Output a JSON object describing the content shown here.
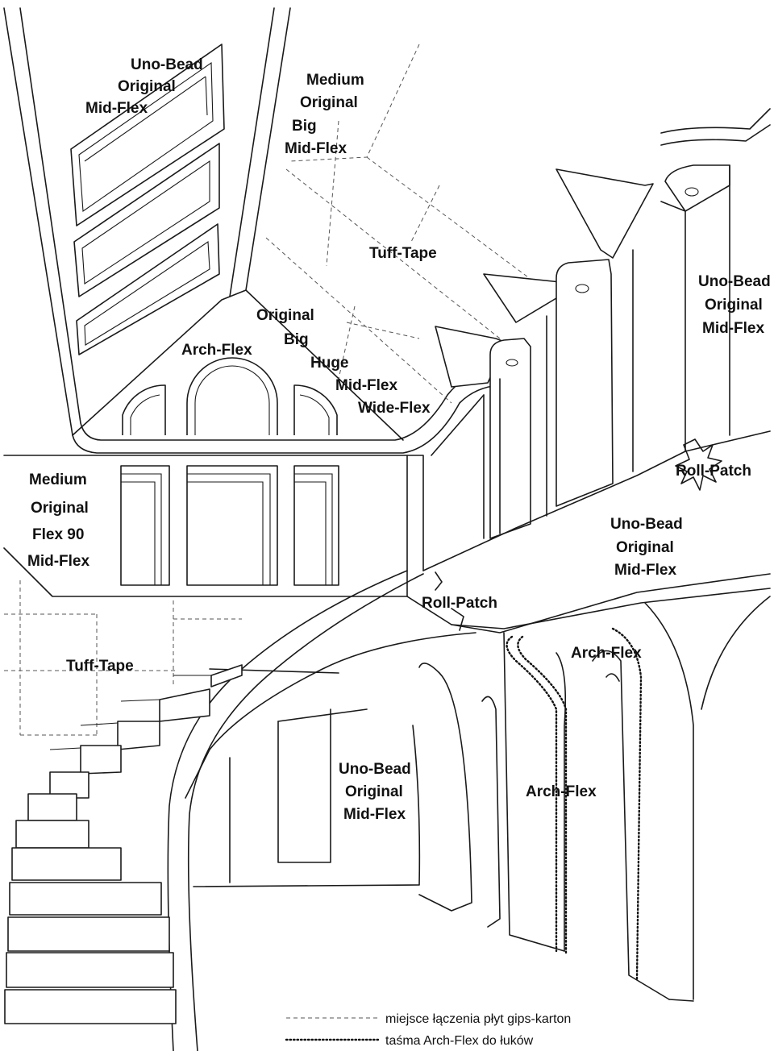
{
  "labels": {
    "ceiling_panels": [
      "Uno-Bead",
      "Original",
      "Mid-Flex"
    ],
    "ceiling_top": [
      "Medium",
      "Original",
      "Big",
      "Mid-Flex"
    ],
    "tuff_tape_top": "Tuff-Tape",
    "arch_flex_top": "Arch-Flex",
    "ceiling_lower": [
      "Original",
      "Big",
      "Huge",
      "Mid-Flex",
      "Wide-Flex"
    ],
    "right_wall": [
      "Uno-Bead",
      "Original",
      "Mid-Flex"
    ],
    "roll_patch_right": "Roll-Patch",
    "left_wall": [
      "Medium",
      "Original",
      "Flex 90",
      "Mid-Flex"
    ],
    "landing": [
      "Uno-Bead",
      "Original",
      "Mid-Flex"
    ],
    "roll_patch_center": "Roll-Patch",
    "tuff_tape_left": "Tuff-Tape",
    "arch_flex_right": "Arch-Flex",
    "under_stairs": [
      "Uno-Bead",
      "Original",
      "Mid-Flex"
    ],
    "arch_flex_lower": "Arch-Flex"
  },
  "legend": {
    "dashed": "miejsce łączenia płyt gips-karton",
    "dotted": "taśma Arch-Flex do łuków"
  }
}
